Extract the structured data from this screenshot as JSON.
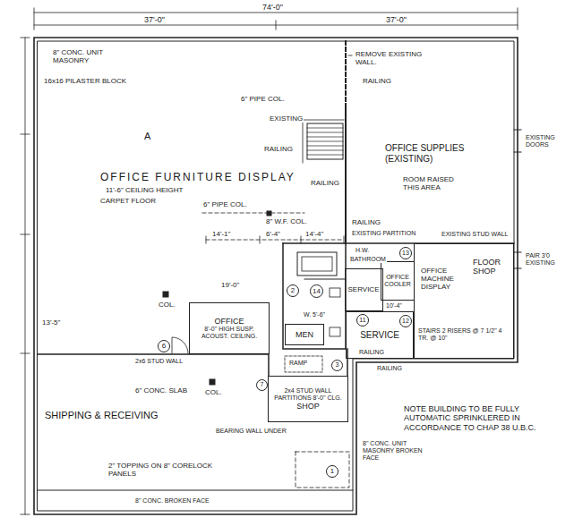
{
  "diagram": {
    "nodes": [
      {
        "text": [
          "OFFICE FURNITURE DISPLAY",
          "11'-6\" CEILING HEIGHT",
          "CARPET FLOOR"
        ]
      },
      {
        "text": [
          "OFFICE SUPPLIES (EXISTING)",
          "ROOM RAISED THIS AREA"
        ]
      },
      {
        "text": [
          "SERVICE"
        ]
      },
      {
        "text": [
          "OFFICE COOLER"
        ]
      },
      {
        "text": [
          "OFFICE MACHINE DISPLAY",
          "FLOOR SHOP"
        ]
      },
      {
        "text": [
          "OFFICE",
          "8'-0\" HIGH SUSP. ACOUST. CEILING."
        ],
        "in": 0
      },
      {
        "text": [
          "MEN"
        ],
        "in": 0
      },
      {
        "text": [
          "SERVICE"
        ]
      },
      {
        "text": [
          "SHIPPING & RECEIVING"
        ]
      },
      {
        "text": [
          "2x4 STUD WALL PARTITIONS 8'-0\" CLG.",
          "SHOP"
        ],
        "in": 8
      }
    ],
    "labels": [
      "74'-0\"",
      "37'-0\"",
      "37'-0\"",
      "8\" CONC. UNIT MASONRY",
      "16x16 PILASTER BLOCK",
      "A",
      "6\" PIPE COL.",
      "REMOVE EXISTING WALL.",
      "RAILING",
      "EXISTING",
      "RAILING",
      "RAILING",
      "6\" PIPE COL.",
      "8\" W.F. COL.",
      "14'-1\"",
      "6'-4\"",
      "14'-4\"",
      "RAILING",
      "EXISTING PARTITION",
      "H.W.",
      "BATHROOM",
      "13",
      "EXISTING STUD WALL",
      "EXISTING DOORS",
      "PAIR 3'0 EXISTING",
      "19'-0\"",
      "13'-5\"",
      "COL.",
      "2",
      "14",
      "W. 5'-6\"",
      "11",
      "10'-4\"",
      "12",
      "STAIRS 2 RISERS @ 7 1/2\" 4 TR. @ 10\"",
      "RAILING",
      "6",
      "2x6 STUD WALL",
      "COL.",
      "RAMP",
      "7",
      "3",
      "RAILING",
      "6\" CONC. SLAB",
      "BEARING WALL UNDER",
      "2\" TOPPING ON 8\" CORELOCK PANELS",
      "1",
      "8\" CONC. BROKEN FACE",
      "8\" CONC. UNIT MASONRY BROKEN FACE",
      "NOTE BUILDING TO BE FULLY AUTOMATIC SPRINKLERED IN ACCORDANCE TO CHAP 38 U.B.C."
    ]
  }
}
